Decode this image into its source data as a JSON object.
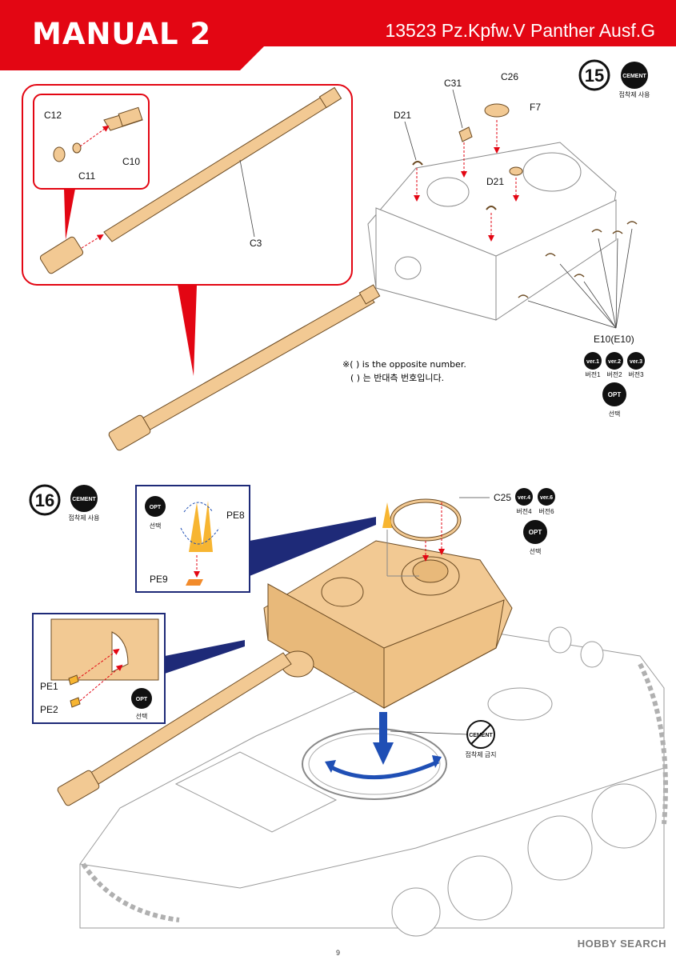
{
  "header": {
    "manual_label": "MANUAL 2",
    "kit_title": "13523 Pz.Kpfw.V Panther Ausf.G"
  },
  "step15": {
    "number": "15",
    "cement_label": "CEMENT",
    "cement_caption": "접착제 사용",
    "parts": {
      "c12": "C12",
      "c11": "C11",
      "c10": "C10",
      "c3": "C3",
      "c31": "C31",
      "c26": "C26",
      "f7": "F7",
      "d21a": "D21",
      "d21b": "D21",
      "e10": "E10(E10)"
    },
    "note": {
      "line1": "※(  ) is the opposite number.",
      "line2": "(  ) 는 반대측 번호입니다."
    },
    "versions": [
      {
        "badge": "ver.1",
        "caption": "버전1"
      },
      {
        "badge": "ver.2",
        "caption": "버전2"
      },
      {
        "badge": "ver.3",
        "caption": "버전3"
      }
    ],
    "opt_label": "OPT",
    "opt_caption": "선택"
  },
  "step16": {
    "number": "16",
    "cement_label": "CEMENT",
    "cement_caption": "접착제 사용",
    "inset_pe": {
      "opt_label": "OPT",
      "opt_caption": "선택",
      "pe8": "PE8",
      "pe9": "PE9"
    },
    "inset_side": {
      "opt_label": "OPT",
      "opt_caption": "선택",
      "pe1": "PE1",
      "pe2": "PE2"
    },
    "c25": {
      "label": "C25",
      "versions": [
        {
          "badge": "ver.4",
          "caption": "버전4"
        },
        {
          "badge": "ver.6",
          "caption": "버전6"
        }
      ],
      "opt_label": "OPT",
      "opt_caption": "선택"
    },
    "no_cement_label": "CEMENT",
    "no_cement_caption": "접착제 금지"
  },
  "footer": {
    "page_number": "9",
    "watermark": "HOBBY SEARCH"
  },
  "colors": {
    "header_red": "#e30613",
    "part_tan": "#f2c993",
    "inset_navy": "#1e2a78",
    "arrow_red": "#e30613",
    "arrow_blue": "#1f4fb5"
  }
}
